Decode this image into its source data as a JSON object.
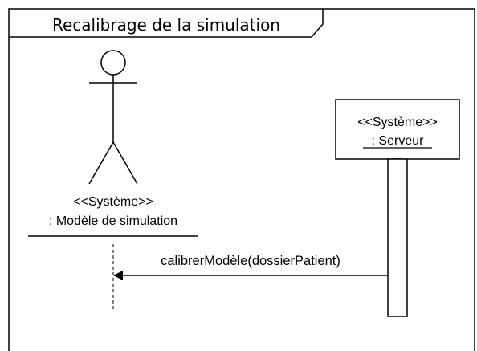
{
  "frame": {
    "title": "Recalibrage de la simulation"
  },
  "actor": {
    "stereotype": "<<Système>>",
    "name": ": Modèle de simulation"
  },
  "object": {
    "stereotype": "<<Système>>",
    "name": ": Serveur"
  },
  "message": {
    "label": "calibrerModèle(dossierPatient)"
  }
}
